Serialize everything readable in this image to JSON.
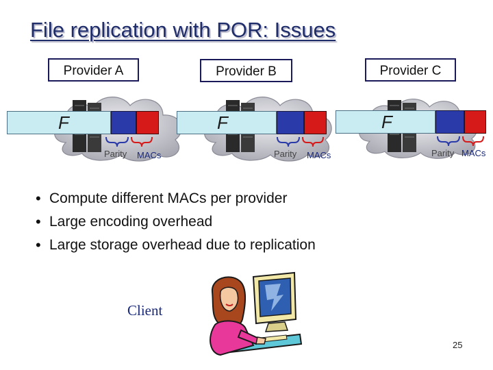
{
  "title": "File replication with POR: Issues",
  "providers": [
    {
      "name": "Provider A",
      "file": "F",
      "parity": "Parity",
      "macs": "MACs"
    },
    {
      "name": "Provider B",
      "file": "F",
      "parity": "Parity",
      "macs": "MACs"
    },
    {
      "name": "Provider C",
      "file": "F",
      "parity": "Parity",
      "macs": "MACs"
    }
  ],
  "bullets": [
    "Compute different MACs per provider",
    "Large encoding overhead",
    "Large storage overhead due to replication"
  ],
  "client_label": "Client",
  "page_number": "25",
  "colors": {
    "title": "#1f2d6b",
    "file": "#c9ecf3",
    "parity": "#2a3aa8",
    "macs": "#d61a1a",
    "cloud": "#cfcfd6"
  },
  "icons": [
    "cloud-icon",
    "server-icon",
    "brace-icon",
    "client-user-icon",
    "bullet-icon"
  ]
}
